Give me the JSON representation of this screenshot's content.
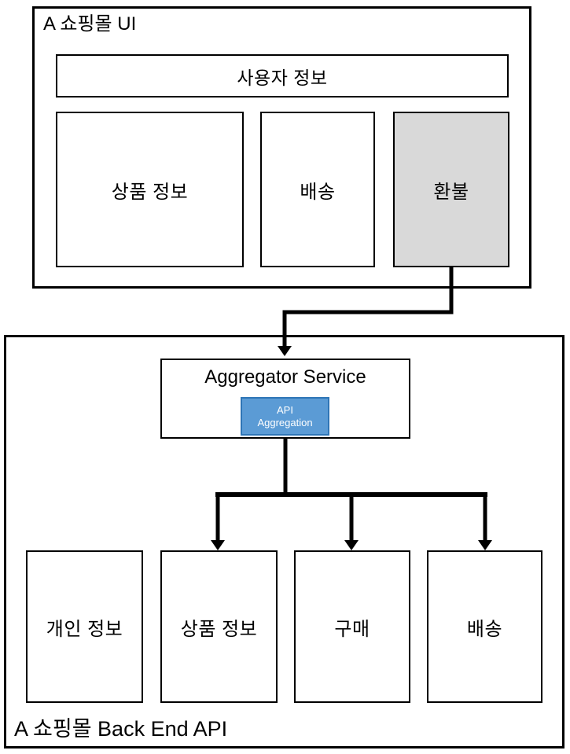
{
  "ui_panel": {
    "title": "A 쇼핑몰 UI",
    "user_info_label": "사용자 정보",
    "tabs": [
      {
        "label": "상품 정보"
      },
      {
        "label": "배송"
      },
      {
        "label": "환불",
        "highlighted": true
      }
    ]
  },
  "backend_panel": {
    "title": "A 쇼핑몰 Back End API",
    "aggregator": {
      "title": "Aggregator Service",
      "chip": {
        "line1": "API",
        "line2": "Aggregation"
      }
    },
    "services": [
      {
        "label": "개인 정보"
      },
      {
        "label": "상품 정보"
      },
      {
        "label": "구매"
      },
      {
        "label": "배송"
      }
    ]
  },
  "colors": {
    "highlight_fill": "#d9d9d9",
    "chip_fill": "#5b9bd5",
    "chip_border": "#2e75b6",
    "chip_text": "#ffffff",
    "line": "#000000"
  }
}
